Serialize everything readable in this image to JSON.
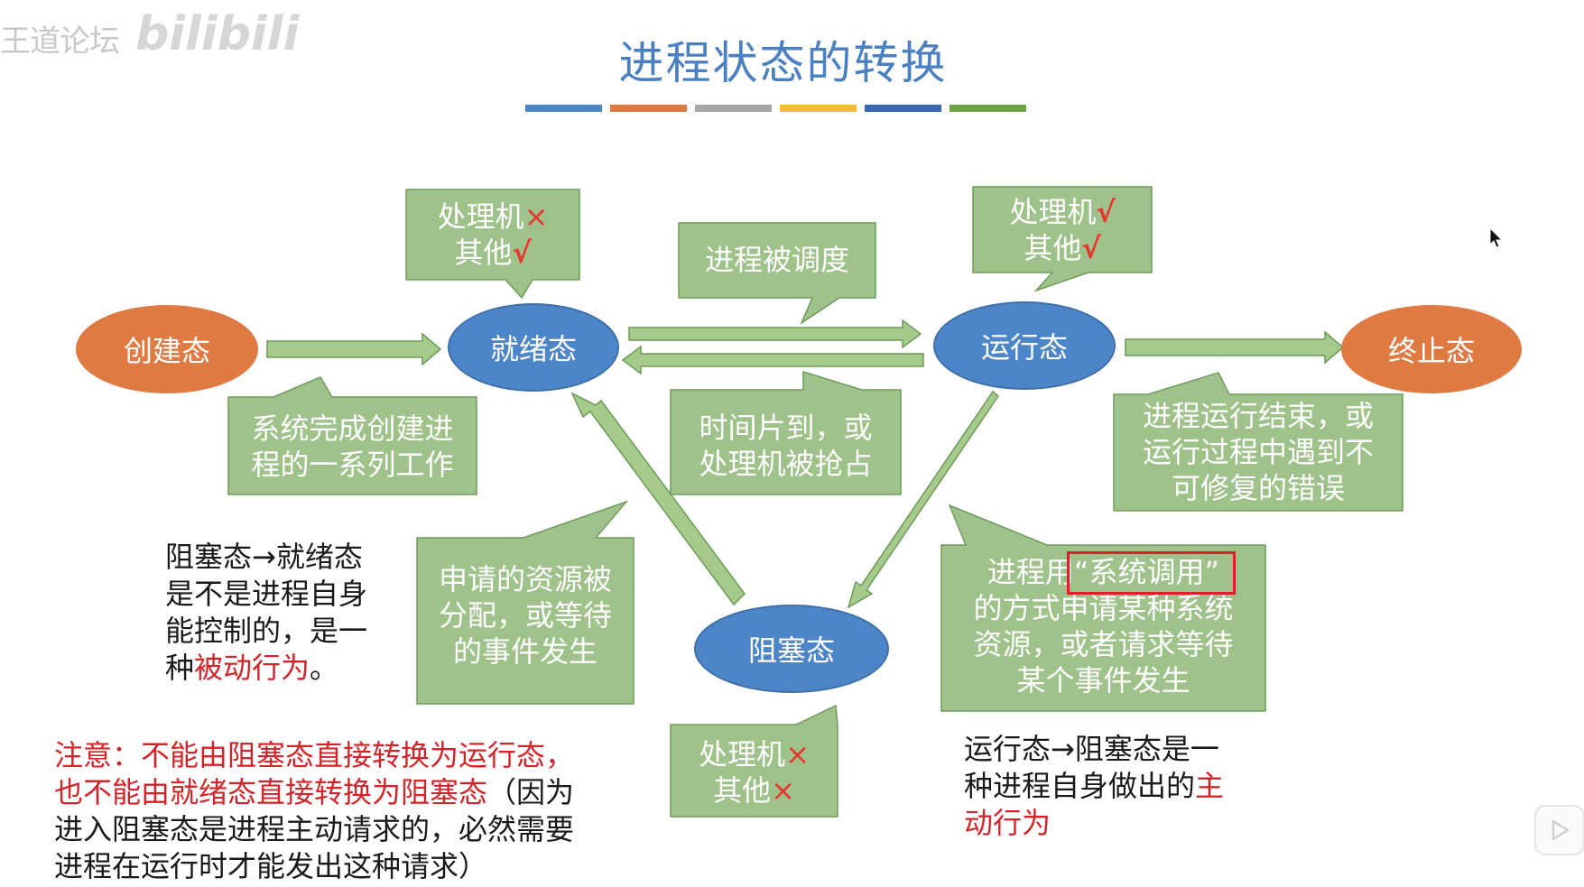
{
  "watermark": {
    "site": "王道论坛",
    "brand": "bilibili"
  },
  "title": "进程状态的转换",
  "title_bar_colors": [
    "#4a86c5",
    "#e07a43",
    "#a5a5a5",
    "#f2b93b",
    "#3b67b2",
    "#6ea544"
  ],
  "colors": {
    "note_fill": "#9fc28a",
    "note_border": "#6e9c5a",
    "arrow_fill": "#a6c98c",
    "arrow_stroke": "#6a9b57",
    "accent_red": "#d5232a",
    "check_red": "#e8352f"
  },
  "states": {
    "created": "创建态",
    "ready": "就绪态",
    "running": "运行态",
    "terminated": "终止态",
    "blocked": "阻塞态"
  },
  "ready_resources": {
    "cpu": "处理机",
    "cpu_mark": "×",
    "other": "其他",
    "other_mark": "√"
  },
  "running_resources": {
    "cpu": "处理机",
    "cpu_mark": "√",
    "other": "其他",
    "other_mark": "√"
  },
  "blocked_resources": {
    "cpu": "处理机",
    "cpu_mark": "×",
    "other": "其他",
    "other_mark": "×"
  },
  "notes": {
    "scheduled": "进程被调度",
    "create_done": [
      "系统完成创建进",
      "程的一系列工作"
    ],
    "timeslice": [
      "时间片到，或",
      "处理机被抢占"
    ],
    "finish": [
      "进程运行结束，或",
      "运行过程中遇到不",
      "可修复的错误"
    ],
    "resource_granted": [
      "申请的资源被",
      "分配，或等待",
      "的事件发生"
    ],
    "syscall_prefix": "进程用",
    "syscall_highlight": "“系统调用”",
    "syscall_rest": [
      "的方式申请某种系统",
      "资源，或者请求等待",
      "某个事件发生"
    ]
  },
  "left_text": {
    "line1": "阻塞态→就绪态",
    "line2": "是不是进程自身",
    "line3": "能控制的，是一",
    "line4_prefix": "种",
    "line4_red": "被动行为",
    "line4_suffix": "。"
  },
  "right_text": {
    "line1": "运行态→阻塞态是一",
    "line2_prefix": "种进程自身做出的",
    "line2_red": "主",
    "line3_red": "动行为"
  },
  "bottom_note": {
    "line1_red": "注意：不能由阻塞态直接转换为运行态，",
    "line2_red": "也不能由就绪态直接转换为阻塞态",
    "line2_black": "（因为",
    "line3": "进入阻塞态是进程主动请求的，必然需要",
    "line4": "进程在运行时才能发出这种请求）"
  }
}
